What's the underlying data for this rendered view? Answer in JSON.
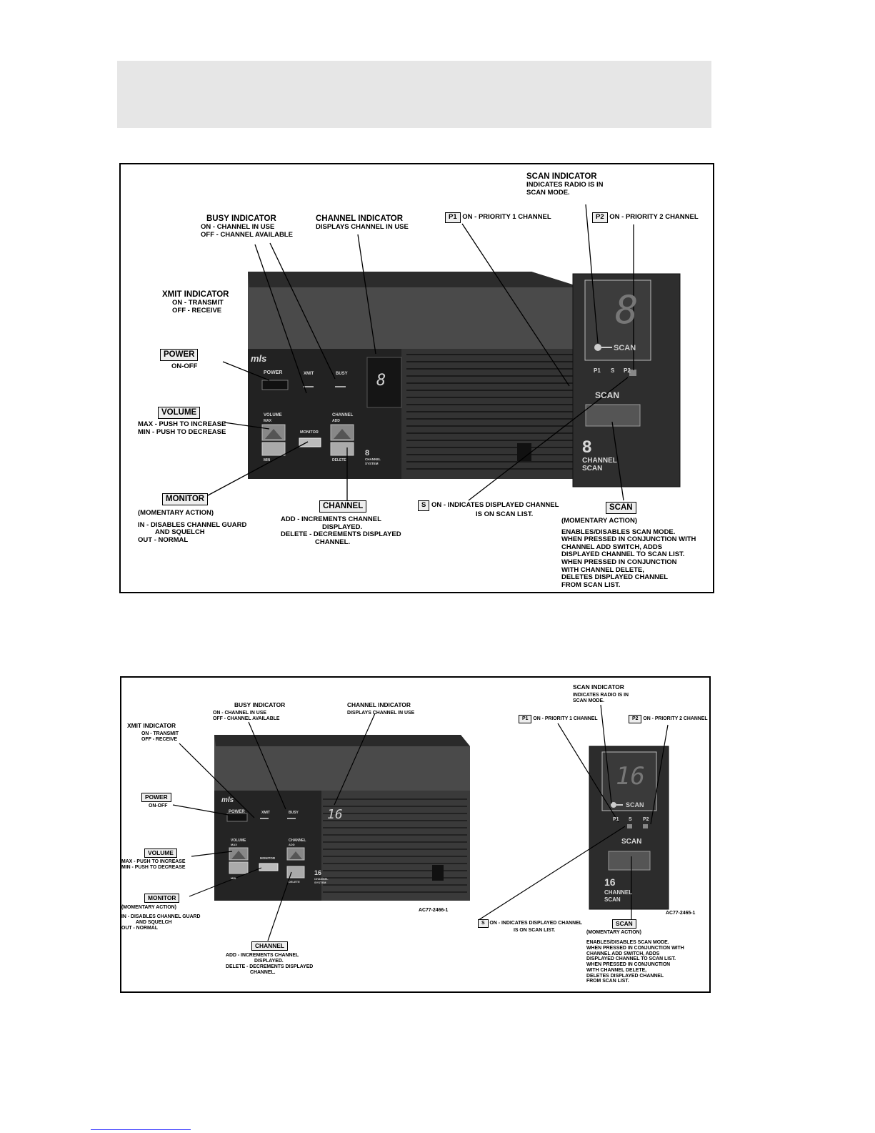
{
  "figure1": {
    "busy": {
      "title": "BUSY INDICATOR",
      "l1": "ON - CHANNEL IN USE",
      "l2": "OFF - CHANNEL AVAILABLE"
    },
    "channel_ind": {
      "title": "CHANNEL INDICATOR",
      "l1": "DISPLAYS CHANNEL IN USE"
    },
    "scan_ind": {
      "title": "SCAN INDICATOR",
      "l1": "INDICATES RADIO IS IN",
      "l2": "SCAN MODE."
    },
    "p1": {
      "box": "P1",
      "text": "ON - PRIORITY 1 CHANNEL"
    },
    "p2": {
      "box": "P2",
      "text": "ON - PRIORITY 2 CHANNEL"
    },
    "xmit": {
      "title": "XMIT INDICATOR",
      "l1": "ON - TRANSMIT",
      "l2": "OFF - RECEIVE"
    },
    "power": {
      "box": "POWER",
      "l1": "ON-OFF"
    },
    "volume": {
      "box": "VOLUME",
      "l1": "MAX - PUSH TO INCREASE",
      "l2": "MIN - PUSH TO DECREASE"
    },
    "monitor": {
      "box": "MONITOR",
      "l1": "(MOMENTARY ACTION)",
      "l2": "IN - DISABLES CHANNEL GUARD",
      "l3": "AND SQUELCH",
      "l4": "OUT - NORMAL"
    },
    "channel": {
      "box": "CHANNEL",
      "l1": "ADD - INCREMENTS CHANNEL",
      "l2": "DISPLAYED.",
      "l3": "DELETE - DECREMENTS DISPLAYED",
      "l4": "CHANNEL."
    },
    "s": {
      "box": "S",
      "l1": "ON - INDICATES DISPLAYED CHANNEL",
      "l2": "IS ON SCAN LIST."
    },
    "scan": {
      "box": "SCAN",
      "l1": "(MOMENTARY ACTION)",
      "l2": "ENABLES/DISABLES SCAN MODE.",
      "l3": "WHEN PRESSED IN CONJUNCTION WITH",
      "l4": "CHANNEL ADD SWITCH, ADDS",
      "l5": "DISPLAYED CHANNEL TO SCAN LIST.",
      "l6": "WHEN PRESSED IN CONJUNCTION",
      "l7": "WITH CHANNEL DELETE,",
      "l8": "DELETES DISPLAYED CHANNEL",
      "l9": "FROM SCAN LIST."
    },
    "panel": {
      "power": "POWER",
      "xmit": "XMIT",
      "busy": "BUSY",
      "volume": "VOLUME",
      "max": "MAX",
      "min": "MIN",
      "monitor": "MONITOR",
      "channel": "CHANNEL",
      "add": "ADD",
      "delete": "DELETE",
      "sys_num": "8",
      "sys_l1": "CHANNEL",
      "sys_l2": "SYSTEM",
      "display": "8",
      "brand": "mls"
    },
    "scanpanel": {
      "display": "8",
      "scan_lbl": "SCAN",
      "p1": "P1",
      "s": "S",
      "p2": "P2",
      "scan_title": "SCAN",
      "num": "8",
      "l1": "CHANNEL",
      "l2": "SCAN"
    }
  },
  "figure2": {
    "busy": {
      "title": "BUSY INDICATOR",
      "l1": "ON - CHANNEL IN USE",
      "l2": "OFF - CHANNEL AVAILABLE"
    },
    "channel_ind": {
      "title": "CHANNEL INDICATOR",
      "l1": "DISPLAYS CHANNEL IN USE"
    },
    "scan_ind": {
      "title": "SCAN INDICATOR",
      "l1": "INDICATES RADIO IS IN",
      "l2": "SCAN MODE."
    },
    "p1": {
      "box": "P1",
      "text": "ON - PRIORITY 1 CHANNEL"
    },
    "p2": {
      "box": "P2",
      "text": "ON - PRIORITY 2 CHANNEL"
    },
    "xmit": {
      "title": "XMIT INDICATOR",
      "l1": "ON - TRANSMIT",
      "l2": "OFF - RECEIVE"
    },
    "power": {
      "box": "POWER",
      "l1": "ON-OFF"
    },
    "volume": {
      "box": "VOLUME",
      "l1": "MAX - PUSH TO INCREASE",
      "l2": "MIN - PUSH TO DECREASE"
    },
    "monitor": {
      "box": "MONITOR",
      "l1": "(MOMENTARY ACTION)",
      "l2": "IN - DISABLES CHANNEL GUARD",
      "l3": "AND SQUELCH",
      "l4": "OUT - NORMAL"
    },
    "channel": {
      "box": "CHANNEL",
      "l1": "ADD - INCREMENTS CHANNEL",
      "l2": "DISPLAYED.",
      "l3": "DELETE - DECREMENTS DISPLAYED",
      "l4": "CHANNEL."
    },
    "s": {
      "box": "S",
      "l1": "ON - INDICATES DISPLAYED CHANNEL",
      "l2": "IS ON SCAN LIST."
    },
    "scan": {
      "box": "SCAN",
      "l1": "(MOMENTARY ACTION)",
      "l2": "ENABLES/DISABLES SCAN MODE.",
      "l3": "WHEN PRESSED IN CONJUNCTION WITH",
      "l4": "CHANNEL ADD SWITCH, ADDS",
      "l5": "DISPLAYED CHANNEL TO SCAN LIST.",
      "l6": "WHEN PRESSED IN CONJUNCTION",
      "l7": "WITH CHANNEL DELETE,",
      "l8": "DELETES DISPLAYED CHANNEL",
      "l9": "FROM SCAN LIST."
    },
    "code1": "AC77-2466-1",
    "code2": "AC77-2465-1",
    "panel": {
      "power": "POWER",
      "xmit": "XMIT",
      "busy": "BUSY",
      "volume": "VOLUME",
      "max": "MAX",
      "min": "MIN",
      "monitor": "MONITOR",
      "channel": "CHANNEL",
      "add": "ADD",
      "delete": "DELETE",
      "sys_num": "16",
      "sys_l1": "CHANNEL",
      "sys_l2": "SYSTEM",
      "display": "16",
      "brand": "mls"
    },
    "scanpanel": {
      "display": "16",
      "scan_lbl": "SCAN",
      "p1": "P1",
      "s": "S",
      "p2": "P2",
      "scan_title": "SCAN",
      "num": "16",
      "l1": "CHANNEL",
      "l2": "SCAN"
    }
  }
}
